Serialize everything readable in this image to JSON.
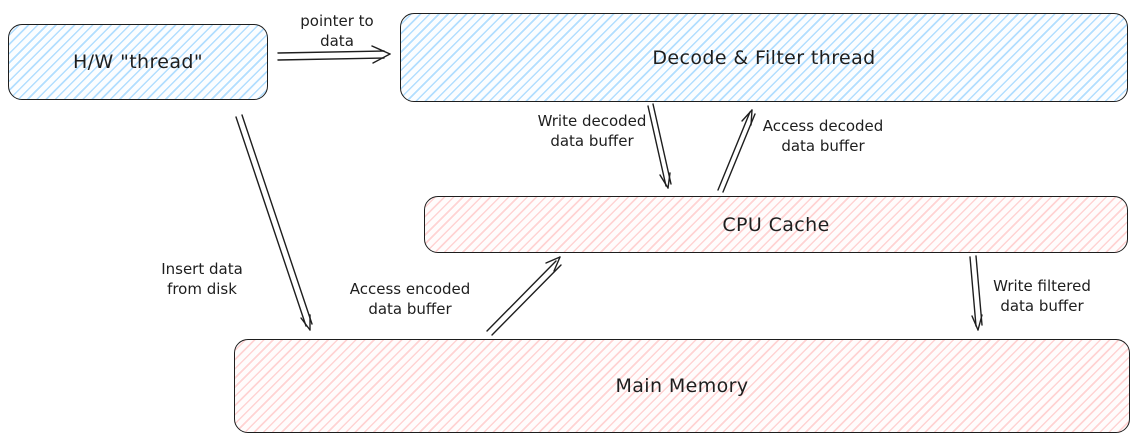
{
  "diagram": {
    "title": "thread and memory data-flow diagram",
    "nodes": {
      "hw_thread": {
        "label": "H/W \"thread\""
      },
      "decode_filter": {
        "label": "Decode & Filter thread"
      },
      "cpu_cache": {
        "label": "CPU Cache"
      },
      "main_memory": {
        "label": "Main Memory"
      }
    },
    "edges": {
      "pointer_to_data": {
        "label": "pointer to\ndata",
        "from": "hw_thread",
        "to": "decode_filter"
      },
      "write_decoded": {
        "label": "Write decoded\ndata buffer",
        "from": "decode_filter",
        "to": "cpu_cache"
      },
      "access_decoded": {
        "label": "Access decoded\ndata buffer",
        "from": "cpu_cache",
        "to": "decode_filter"
      },
      "insert_data": {
        "label": "Insert data\nfrom disk",
        "from": "hw_thread",
        "to": "main_memory"
      },
      "access_encoded": {
        "label": "Access encoded\ndata buffer",
        "from": "main_memory",
        "to": "cpu_cache"
      },
      "write_filtered": {
        "label": "Write filtered\ndata buffer",
        "from": "cpu_cache",
        "to": "main_memory"
      }
    },
    "colors": {
      "stroke": "#1e1e1e",
      "blue_fill": "#a5d8ff",
      "pink_fill": "#ffc9c9",
      "background": "#ffffff"
    }
  }
}
